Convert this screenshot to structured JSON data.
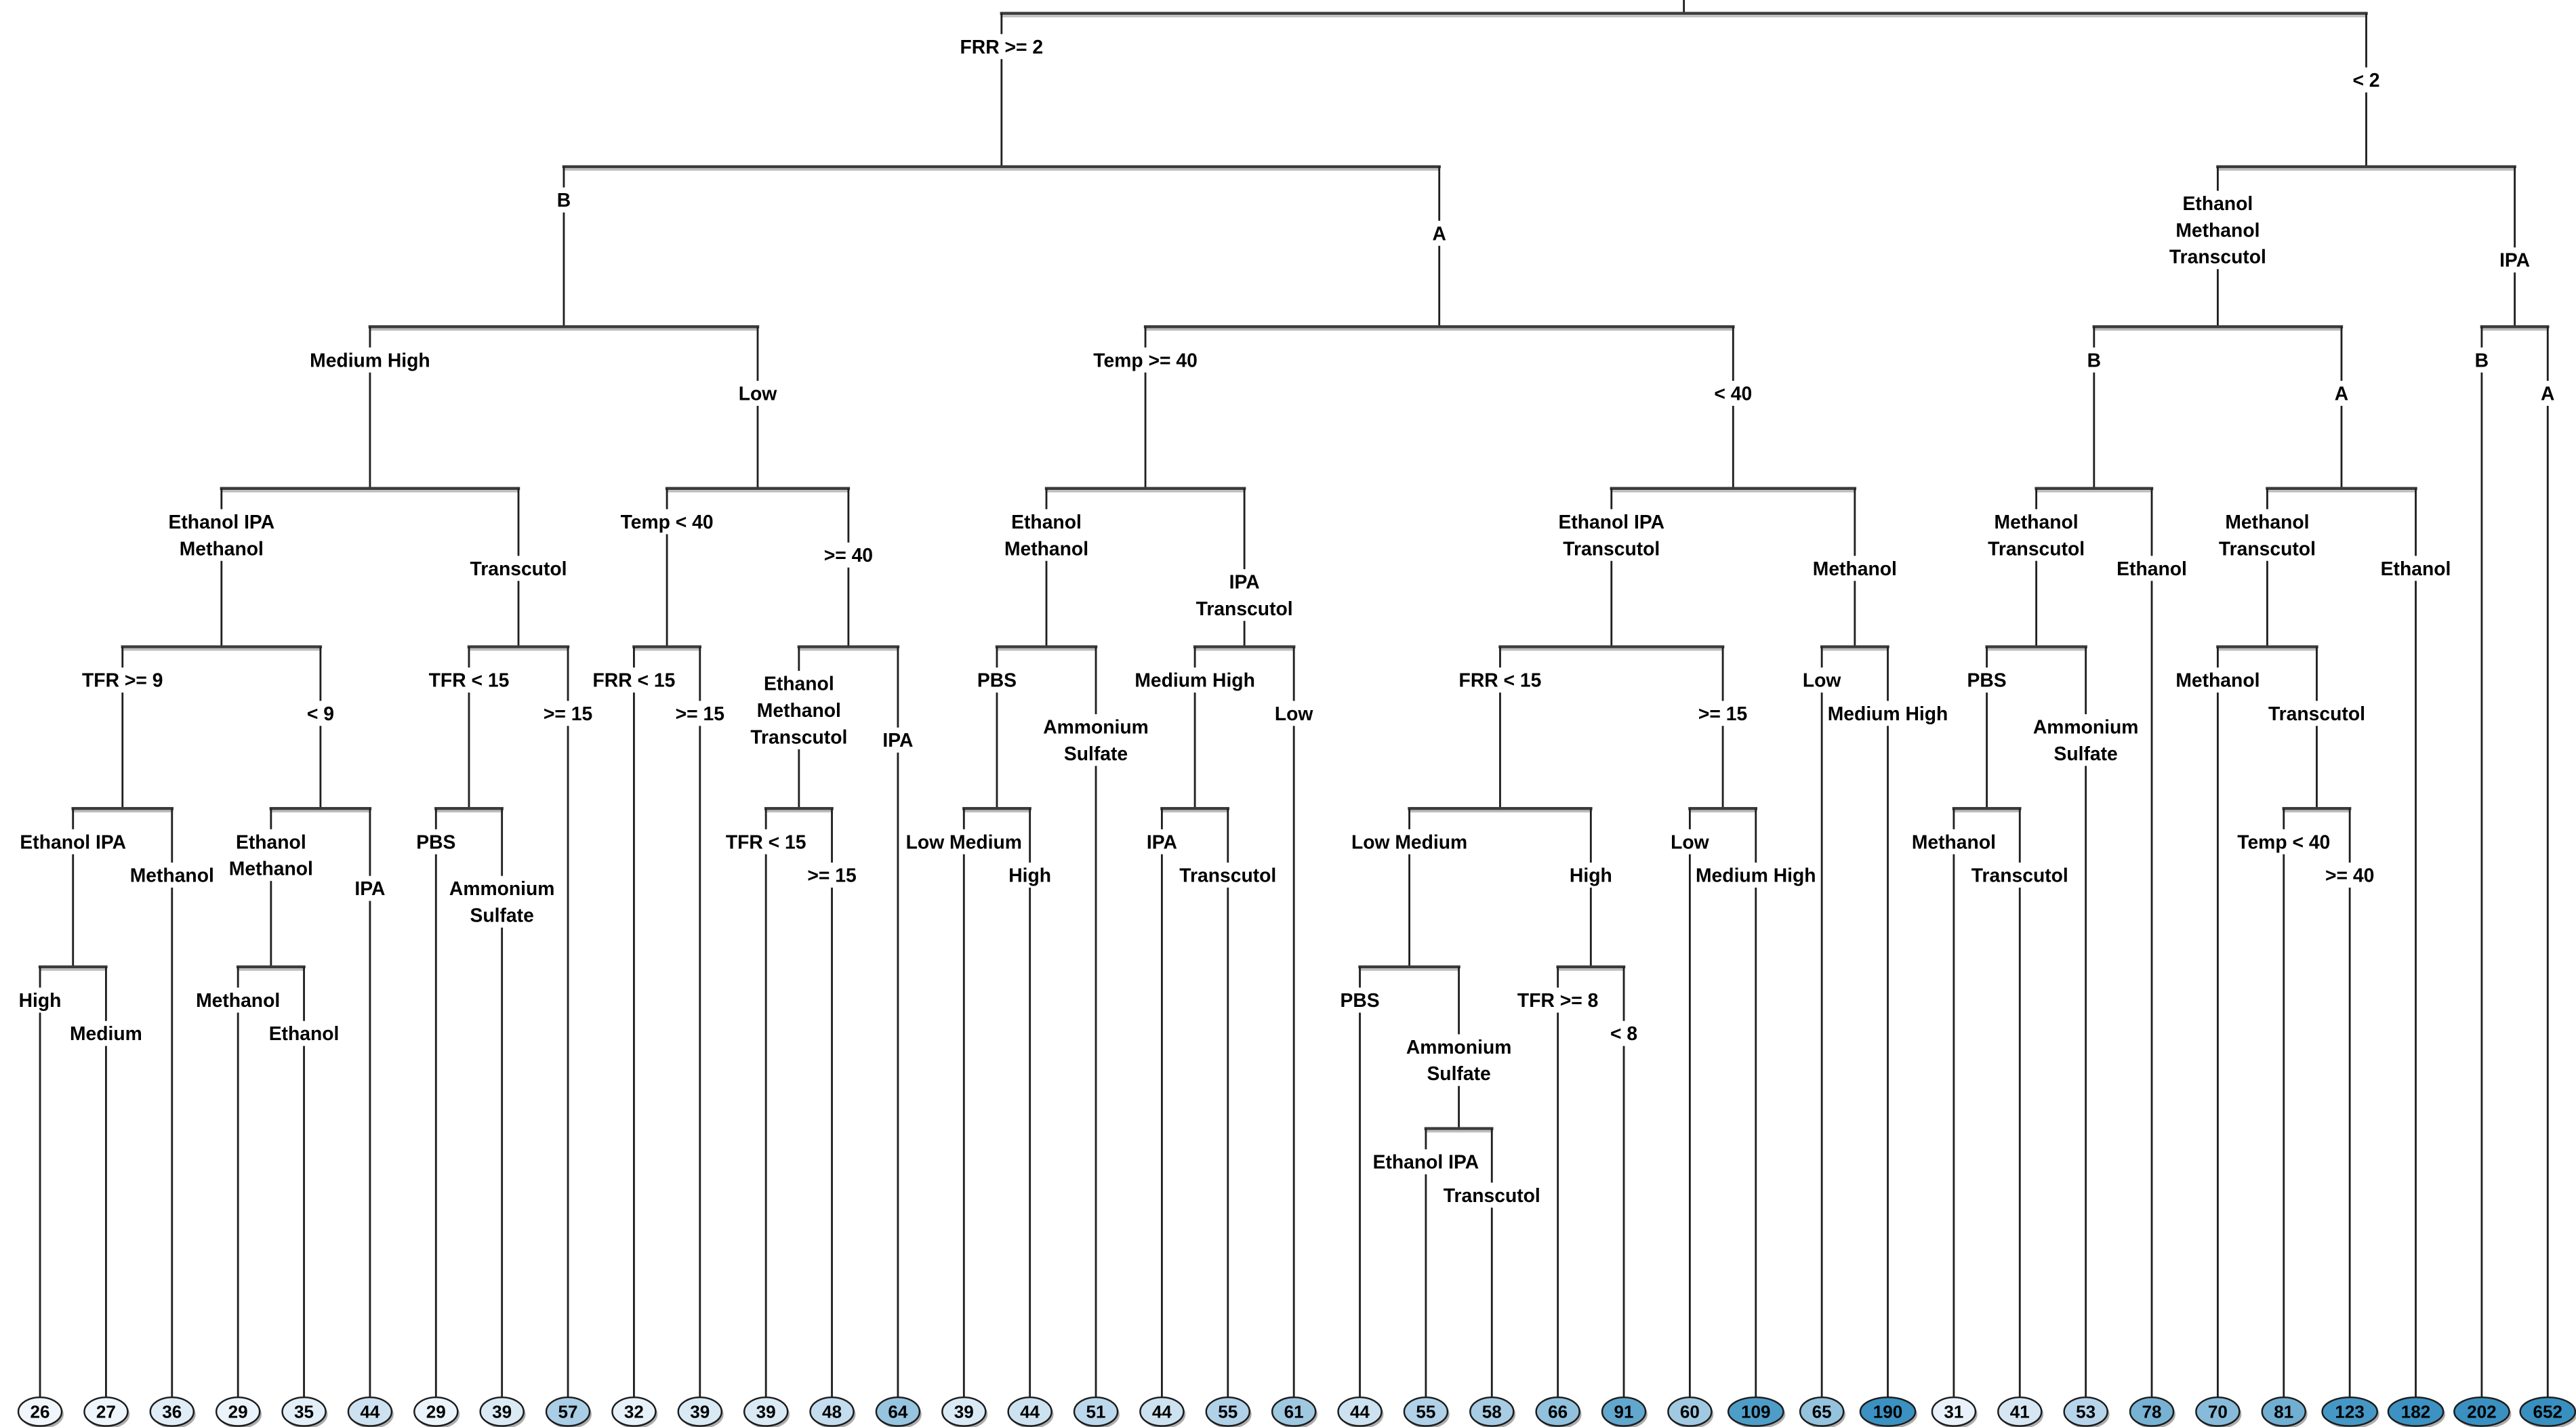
{
  "figure": {
    "background": "#ffffff",
    "line_color": "#1f1f1f",
    "bar_color": "#3c3c3c",
    "bar_shadow_color": "#bdbdbd",
    "label_color": "#000000",
    "label_halo": "#ffffff",
    "leaf_stroke": "#1c1c1c",
    "leaf_shadow": "#999999",
    "leaf_text_color": "#000000"
  },
  "tree": {
    "children": [
      {
        "label": [
          "FRR >= 2"
        ],
        "children": [
          {
            "label": [
              "B"
            ],
            "children": [
              {
                "label": [
                  "Medium High"
                ],
                "children": [
                  {
                    "label": [
                      "Ethanol IPA",
                      "Methanol"
                    ],
                    "children": [
                      {
                        "label": [
                          "TFR >= 9"
                        ],
                        "children": [
                          {
                            "label": [
                              "Ethanol IPA"
                            ],
                            "children": [
                              {
                                "label": [
                                  "High"
                                ],
                                "value": 26,
                                "fill": "#f0f6fc"
                              },
                              {
                                "label": [
                                  "Medium"
                                ],
                                "value": 27,
                                "fill": "#eef5fb"
                              }
                            ]
                          },
                          {
                            "label": [
                              "Methanol"
                            ],
                            "value": 36,
                            "fill": "#e0edf7"
                          }
                        ]
                      },
                      {
                        "label": [
                          "< 9"
                        ],
                        "children": [
                          {
                            "label": [
                              "Ethanol",
                              "Methanol"
                            ],
                            "children": [
                              {
                                "label": [
                                  "Methanol"
                                ],
                                "value": 29,
                                "fill": "#ecf4fb"
                              },
                              {
                                "label": [
                                  "Ethanol"
                                ],
                                "value": 35,
                                "fill": "#e2eef8"
                              }
                            ]
                          },
                          {
                            "label": [
                              "IPA"
                            ],
                            "value": 44,
                            "fill": "#cde2f0"
                          }
                        ]
                      }
                    ]
                  },
                  {
                    "label": [
                      "Transcutol"
                    ],
                    "children": [
                      {
                        "label": [
                          "TFR < 15"
                        ],
                        "children": [
                          {
                            "label": [
                              "PBS"
                            ],
                            "value": 29,
                            "fill": "#ecf4fb"
                          },
                          {
                            "label": [
                              "Ammonium",
                              "Sulfate"
                            ],
                            "value": 39,
                            "fill": "#daeaf5"
                          }
                        ]
                      },
                      {
                        "label": [
                          ">= 15"
                        ],
                        "value": 57,
                        "fill": "#aacee5"
                      }
                    ]
                  }
                ]
              },
              {
                "label": [
                  "Low"
                ],
                "children": [
                  {
                    "label": [
                      "Temp < 40"
                    ],
                    "children": [
                      {
                        "label": [
                          "FRR < 15"
                        ],
                        "value": 32,
                        "fill": "#e7f1f9"
                      },
                      {
                        "label": [
                          ">= 15"
                        ],
                        "value": 39,
                        "fill": "#daeaf5"
                      }
                    ]
                  },
                  {
                    "label": [
                      ">= 40"
                    ],
                    "children": [
                      {
                        "label": [
                          "Ethanol",
                          "Methanol",
                          "Transcutol"
                        ],
                        "children": [
                          {
                            "label": [
                              "TFR < 15"
                            ],
                            "value": 39,
                            "fill": "#daeaf5"
                          },
                          {
                            "label": [
                              ">= 15"
                            ],
                            "value": 48,
                            "fill": "#c3dcee"
                          }
                        ]
                      },
                      {
                        "label": [
                          "IPA"
                        ],
                        "value": 64,
                        "fill": "#97c4df"
                      }
                    ]
                  }
                ]
              }
            ]
          },
          {
            "label": [
              "A"
            ],
            "children": [
              {
                "label": [
                  "Temp >= 40"
                ],
                "children": [
                  {
                    "label": [
                      "Ethanol",
                      "Methanol"
                    ],
                    "children": [
                      {
                        "label": [
                          "PBS"
                        ],
                        "children": [
                          {
                            "label": [
                              "Low Medium"
                            ],
                            "value": 39,
                            "fill": "#daeaf5"
                          },
                          {
                            "label": [
                              "High"
                            ],
                            "value": 44,
                            "fill": "#cde2f0"
                          }
                        ]
                      },
                      {
                        "label": [
                          "Ammonium",
                          "Sulfate"
                        ],
                        "value": 51,
                        "fill": "#bcd8ec"
                      }
                    ]
                  },
                  {
                    "label": [
                      "IPA",
                      "Transcutol"
                    ],
                    "children": [
                      {
                        "label": [
                          "Medium High"
                        ],
                        "children": [
                          {
                            "label": [
                              "IPA"
                            ],
                            "value": 44,
                            "fill": "#cde2f0"
                          },
                          {
                            "label": [
                              "Transcutol"
                            ],
                            "value": 55,
                            "fill": "#b0d1e7"
                          }
                        ]
                      },
                      {
                        "label": [
                          "Low"
                        ],
                        "value": 61,
                        "fill": "#9fc8e1"
                      }
                    ]
                  }
                ]
              },
              {
                "label": [
                  "< 40"
                ],
                "children": [
                  {
                    "label": [
                      "Ethanol IPA",
                      "Transcutol"
                    ],
                    "children": [
                      {
                        "label": [
                          "FRR < 15"
                        ],
                        "children": [
                          {
                            "label": [
                              "Low Medium"
                            ],
                            "children": [
                              {
                                "label": [
                                  "PBS"
                                ],
                                "value": 44,
                                "fill": "#cde2f0"
                              },
                              {
                                "label": [
                                  "Ammonium",
                                  "Sulfate"
                                ],
                                "children": [
                                  {
                                    "label": [
                                      "Ethanol IPA"
                                    ],
                                    "value": 55,
                                    "fill": "#b0d1e7"
                                  },
                                  {
                                    "label": [
                                      "Transcutol"
                                    ],
                                    "value": 58,
                                    "fill": "#a7cce4"
                                  }
                                ]
                              }
                            ]
                          },
                          {
                            "label": [
                              "High"
                            ],
                            "children": [
                              {
                                "label": [
                                  "TFR >= 8"
                                ],
                                "value": 66,
                                "fill": "#91c1dc"
                              },
                              {
                                "label": [
                                  "< 8"
                                ],
                                "value": 91,
                                "fill": "#62a7cd"
                              }
                            ]
                          }
                        ]
                      },
                      {
                        "label": [
                          ">= 15"
                        ],
                        "children": [
                          {
                            "label": [
                              "Low"
                            ],
                            "value": 60,
                            "fill": "#a1c9e2"
                          },
                          {
                            "label": [
                              "Medium High"
                            ],
                            "value": 109,
                            "fill": "#4e9dc8"
                          }
                        ]
                      }
                    ]
                  },
                  {
                    "label": [
                      "Methanol"
                    ],
                    "children": [
                      {
                        "label": [
                          "Low"
                        ],
                        "value": 65,
                        "fill": "#95c3de"
                      },
                      {
                        "label": [
                          "Medium High"
                        ],
                        "value": 190,
                        "fill": "#3b91c1"
                      }
                    ]
                  }
                ]
              }
            ]
          }
        ]
      },
      {
        "label": [
          "< 2"
        ],
        "children": [
          {
            "label": [
              "Ethanol",
              "Methanol",
              "Transcutol"
            ],
            "children": [
              {
                "label": [
                  "B"
                ],
                "children": [
                  {
                    "label": [
                      "Methanol",
                      "Transcutol"
                    ],
                    "children": [
                      {
                        "label": [
                          "PBS"
                        ],
                        "children": [
                          {
                            "label": [
                              "Methanol"
                            ],
                            "value": 31,
                            "fill": "#e9f2fa"
                          },
                          {
                            "label": [
                              "Transcutol"
                            ],
                            "value": 41,
                            "fill": "#d6e7f3"
                          }
                        ]
                      },
                      {
                        "label": [
                          "Ammonium",
                          "Sulfate"
                        ],
                        "value": 53,
                        "fill": "#b7d5ea"
                      }
                    ]
                  },
                  {
                    "label": [
                      "Ethanol"
                    ],
                    "value": 78,
                    "fill": "#77b2d4"
                  }
                ]
              },
              {
                "label": [
                  "A"
                ],
                "children": [
                  {
                    "label": [
                      "Methanol",
                      "Transcutol"
                    ],
                    "children": [
                      {
                        "label": [
                          "Methanol"
                        ],
                        "value": 70,
                        "fill": "#87bbd9"
                      },
                      {
                        "label": [
                          "Transcutol"
                        ],
                        "children": [
                          {
                            "label": [
                              "Temp < 40"
                            ],
                            "value": 81,
                            "fill": "#71afd2"
                          },
                          {
                            "label": [
                              ">= 40"
                            ],
                            "value": 123,
                            "fill": "#4598c5"
                          }
                        ]
                      }
                    ]
                  },
                  {
                    "label": [
                      "Ethanol"
                    ],
                    "value": 182,
                    "fill": "#3c92c2"
                  }
                ]
              }
            ]
          },
          {
            "label": [
              "IPA"
            ],
            "children": [
              {
                "label": [
                  "B"
                ],
                "value": 202,
                "fill": "#3a90c1"
              },
              {
                "label": [
                  "A"
                ],
                "value": 652,
                "fill": "#3890c0"
              }
            ]
          }
        ]
      }
    ]
  }
}
